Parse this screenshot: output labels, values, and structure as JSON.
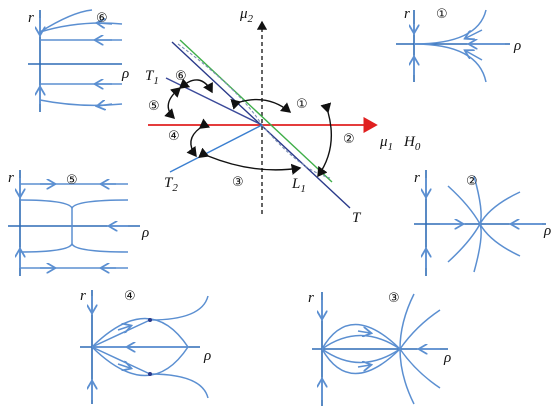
{
  "center": {
    "mu2_label": "μ",
    "mu2_sub": "2",
    "mu1_label": "μ",
    "mu1_sub": "1",
    "h0_label": "H",
    "h0_sub": "0",
    "t_label": "T",
    "t1_label": "T",
    "t1_sub": "1",
    "t2_label": "T",
    "t2_sub": "2",
    "l1_label": "L",
    "l1_sub": "1",
    "regions": [
      "①",
      "②",
      "③",
      "④",
      "⑤",
      "⑥"
    ],
    "colors": {
      "mu1_axis": "#e02020",
      "t_line": "#2a3a8a",
      "green_line": "#3fae49",
      "branch": "#3b7fd0",
      "arrows": "#111111"
    }
  },
  "portraits": [
    {
      "id": "①",
      "r": "r",
      "rho": "ρ"
    },
    {
      "id": "②",
      "r": "r",
      "rho": "ρ"
    },
    {
      "id": "③",
      "r": "r",
      "rho": "ρ"
    },
    {
      "id": "④",
      "r": "r",
      "rho": "ρ"
    },
    {
      "id": "⑤",
      "r": "r",
      "rho": "ρ"
    },
    {
      "id": "⑥",
      "r": "r",
      "rho": "ρ"
    }
  ]
}
